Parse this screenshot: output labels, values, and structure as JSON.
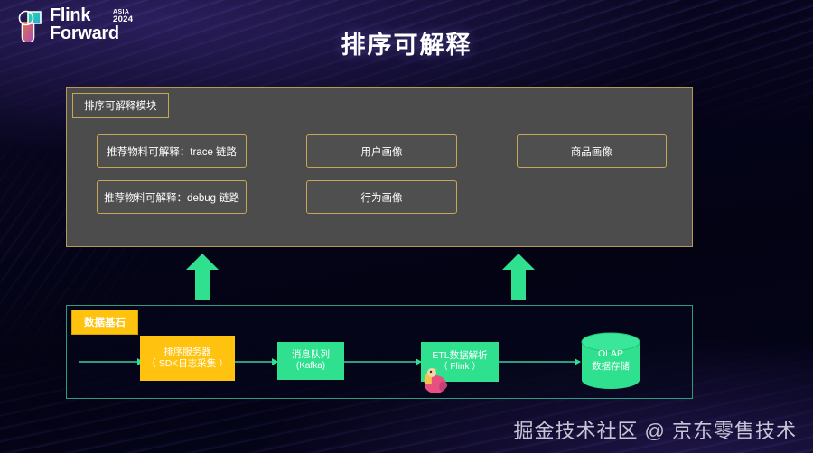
{
  "brand": {
    "name_line1": "Flink",
    "name_line2": "Forward",
    "event_region": "ASIA",
    "event_year": "2024"
  },
  "title": "排序可解释",
  "module_panel": {
    "tag": "排序可解释模块",
    "columns": [
      {
        "boxes": [
          "推荐物料可解释：trace 链路",
          "推荐物料可解释：debug 链路"
        ]
      },
      {
        "boxes": [
          "用户画像",
          "行为画像"
        ]
      },
      {
        "boxes": [
          "商品画像"
        ]
      }
    ]
  },
  "arrows": {
    "left_arrow": "arrow-up-green",
    "right_arrow": "arrow-up-green"
  },
  "data_panel": {
    "tag": "数据基石",
    "nodes": [
      {
        "id": "sdk",
        "line1": "排序服务器",
        "line2": "（ SDK日志采集 ）"
      },
      {
        "id": "kafka",
        "line1": "消息队列",
        "line2": "(Kafka)"
      },
      {
        "id": "etl",
        "line1": "ETL数据解析",
        "line2": "（ Flink ）"
      },
      {
        "id": "olap",
        "line1": "OLAP",
        "line2": "数据存储"
      }
    ]
  },
  "watermark": "掘金技术社区 @ 京东零售技术",
  "colors": {
    "accent_gold": "#c5a755",
    "accent_yellow": "#ffc20e",
    "accent_green": "#2fe08f",
    "panel_gray": "#4c4c4c",
    "teal_border": "#2f9c7d",
    "background": "#050418"
  }
}
